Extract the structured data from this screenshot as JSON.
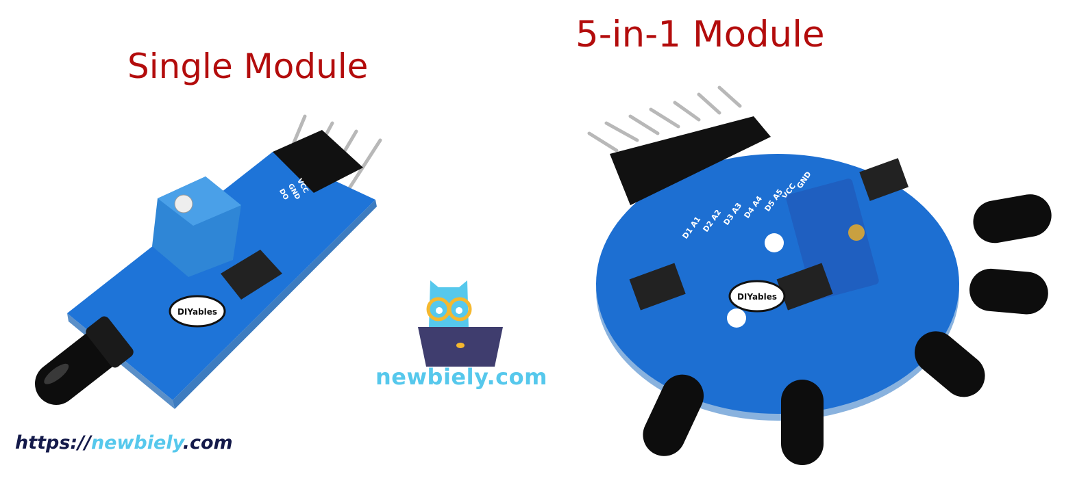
{
  "labels": {
    "single_module": "Single Module",
    "five_in_one_module": "5-in-1 Module"
  },
  "watermark": {
    "logo_text": "newbiely.com",
    "url_prefix": "https://",
    "url_highlight": "newbiely",
    "url_suffix": ".com"
  },
  "product_markings": {
    "brand": "DIYables",
    "single_pins": [
      "DO",
      "GND",
      "VCC"
    ],
    "five_pins": [
      "D1 A1",
      "D2 A2",
      "D3 A3",
      "D4 A4",
      "D5 A5",
      "VCC",
      "GND"
    ]
  },
  "colors": {
    "title": "#b30c0c",
    "url_dark": "#141a4a",
    "brand_blue": "#56c8ec",
    "pcb_blue": "#1a6fd0",
    "laptop": "#3f3d6e",
    "glasses": "#f5b82e"
  }
}
